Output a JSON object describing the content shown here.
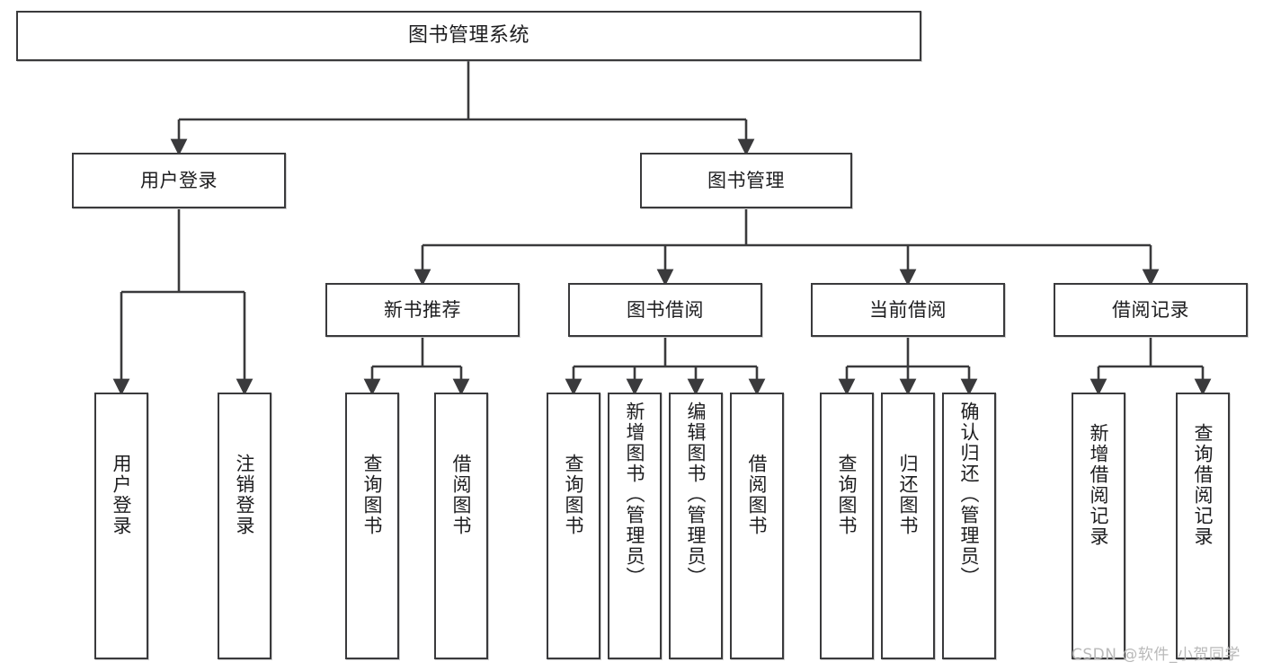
{
  "diagram": {
    "title": "图书管理系统",
    "type": "hierarchy-tree",
    "watermark": "CSDN @软件_小贺同学",
    "colors": {
      "box_border": "#3a3a3c",
      "box_fill": "#ffffff",
      "edge": "#3a3a3c",
      "text": "#1d1d1f",
      "watermark": "#b9b9b9"
    }
  },
  "nodes": {
    "root": {
      "label": "图书管理系统"
    },
    "level2": [
      {
        "id": "user-login",
        "label": "用户登录"
      },
      {
        "id": "book-management",
        "label": "图书管理"
      }
    ],
    "level3": [
      {
        "id": "new-book-recommend",
        "label": "新书推荐"
      },
      {
        "id": "book-borrow",
        "label": "图书借阅"
      },
      {
        "id": "current-borrow",
        "label": "当前借阅"
      },
      {
        "id": "borrow-record",
        "label": "借阅记录"
      }
    ],
    "leaves": {
      "user_login": [
        {
          "id": "leaf-user-login",
          "label": "用户登录"
        },
        {
          "id": "leaf-logout-login",
          "label": "注销登录"
        }
      ],
      "new_book_recommend": [
        {
          "id": "leaf-query-book-1",
          "label": "查询图书"
        },
        {
          "id": "leaf-borrow-book-1",
          "label": "借阅图书"
        }
      ],
      "book_borrow": [
        {
          "id": "leaf-query-book-2",
          "label": "查询图书"
        },
        {
          "id": "leaf-add-book",
          "label": "新增图书（管理员）"
        },
        {
          "id": "leaf-edit-book",
          "label": "编辑图书（管理员）"
        },
        {
          "id": "leaf-borrow-book-2",
          "label": "借阅图书"
        }
      ],
      "current_borrow": [
        {
          "id": "leaf-query-book-3",
          "label": "查询图书"
        },
        {
          "id": "leaf-return-book",
          "label": "归还图书"
        },
        {
          "id": "leaf-confirm-return",
          "label": "确认归还（管理员）"
        }
      ],
      "borrow_record": [
        {
          "id": "leaf-add-record",
          "label": "新增借阅记录"
        },
        {
          "id": "leaf-query-record",
          "label": "查询借阅记录"
        }
      ]
    }
  }
}
